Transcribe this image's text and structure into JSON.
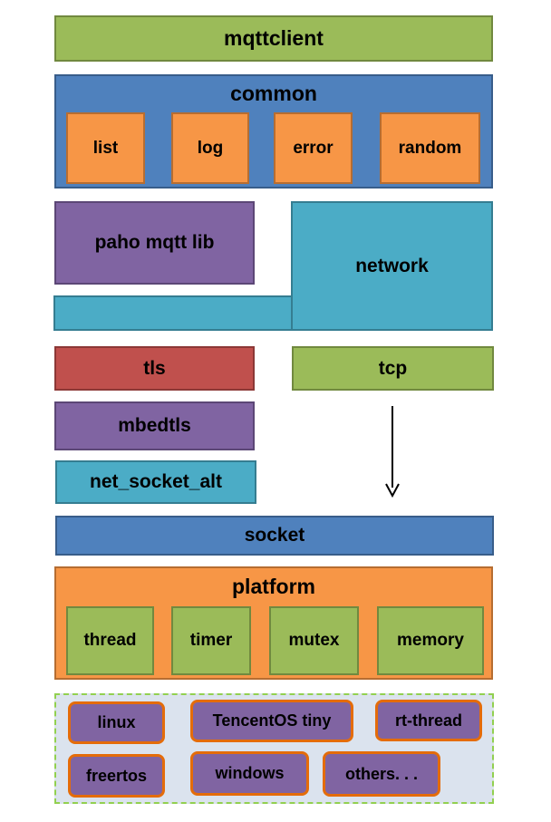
{
  "diagram": {
    "mqttclient": "mqttclient",
    "common": {
      "title": "common",
      "items": [
        "list",
        "log",
        "error",
        "random"
      ]
    },
    "paho": "paho mqtt lib",
    "network": "network",
    "tls": "tls",
    "tcp": "tcp",
    "mbedtls": "mbedtls",
    "net_socket_alt": "net_socket_alt",
    "socket": "socket",
    "platform": {
      "title": "platform",
      "items": [
        "thread",
        "timer",
        "mutex",
        "memory"
      ]
    },
    "os": [
      "linux",
      "TencentOS tiny",
      "rt-thread",
      "freertos",
      "windows",
      "others. . ."
    ]
  }
}
